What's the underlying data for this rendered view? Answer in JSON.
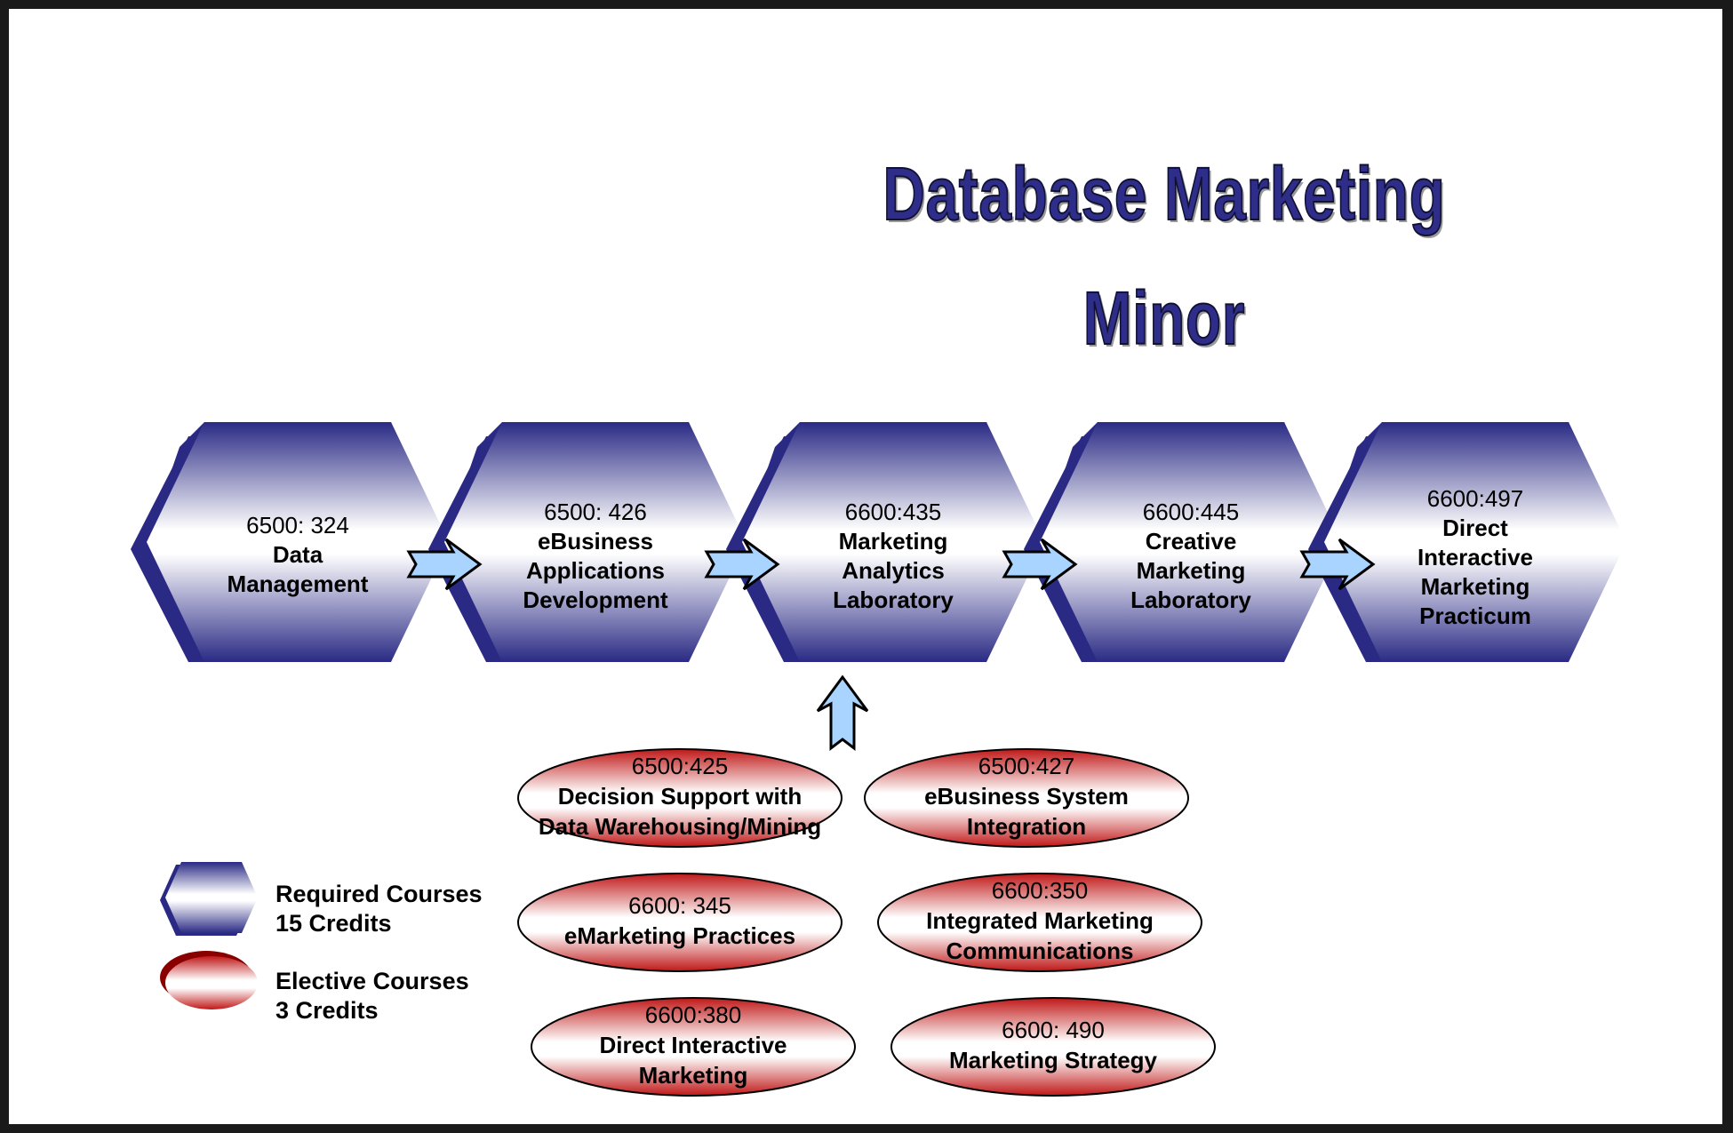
{
  "title": {
    "line1": "Database Marketing",
    "line2": "Minor"
  },
  "required_courses": [
    {
      "code": "6500: 324",
      "name_lines": [
        "Data",
        "Management"
      ]
    },
    {
      "code": "6500: 426",
      "name_lines": [
        "eBusiness",
        "Applications",
        "Development"
      ]
    },
    {
      "code": "6600:435",
      "name_lines": [
        "Marketing",
        "Analytics",
        "Laboratory"
      ]
    },
    {
      "code": "6600:445",
      "name_lines": [
        "Creative",
        "Marketing",
        "Laboratory"
      ]
    },
    {
      "code": "6600:497",
      "name_lines": [
        "Direct",
        "Interactive",
        "Marketing",
        "Practicum"
      ]
    }
  ],
  "elective_courses": [
    {
      "code": "6500:425",
      "name_lines": [
        "Decision Support with",
        "Data Warehousing/Mining"
      ]
    },
    {
      "code": "6500:427",
      "name_lines": [
        "eBusiness System",
        "Integration"
      ]
    },
    {
      "code": "6600: 345",
      "name_lines": [
        "eMarketing Practices"
      ]
    },
    {
      "code": "6600:350",
      "name_lines": [
        "Integrated Marketing",
        "Communications"
      ]
    },
    {
      "code": "6600:380",
      "name_lines": [
        "Direct Interactive",
        "Marketing"
      ]
    },
    {
      "code": "6600: 490",
      "name_lines": [
        "Marketing Strategy"
      ]
    }
  ],
  "legend": {
    "required": {
      "line1": "Required Courses",
      "line2": "15 Credits"
    },
    "elective": {
      "line1": "Elective Courses",
      "line2": "3 Credits"
    }
  },
  "colors": {
    "required_dark": "#2a2a85",
    "required_light": "#ffffff",
    "elective_dark": "#c01818",
    "elective_light": "#ffffff",
    "arrow_fill": "#a8d4ff",
    "title": "#2e2e8a"
  }
}
